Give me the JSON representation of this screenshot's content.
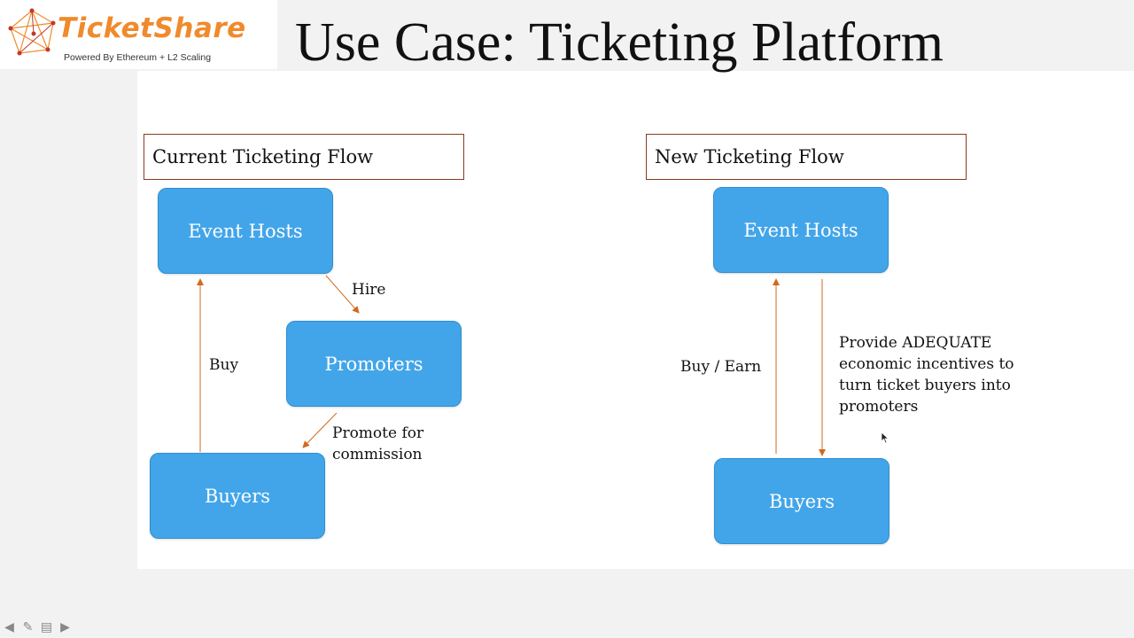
{
  "header": {
    "logo_name": "TicketShare",
    "logo_tagline": "Powered By Ethereum + L2 Scaling",
    "title": "Use Case: Ticketing Platform"
  },
  "current_flow": {
    "title": "Current Ticketing Flow",
    "nodes": {
      "event_hosts": "Event Hosts",
      "promoters": "Promoters",
      "buyers": "Buyers"
    },
    "edges": {
      "hire": "Hire",
      "promote": "Promote for\ncommission",
      "buy": "Buy"
    }
  },
  "new_flow": {
    "title": "New Ticketing Flow",
    "nodes": {
      "event_hosts": "Event Hosts",
      "buyers": "Buyers"
    },
    "edges": {
      "buy_earn": "Buy / Earn",
      "incentives": "Provide ADEQUATE\neconomic incentives to\nturn ticket buyers into\npromoters"
    }
  },
  "colors": {
    "box_fill": "#42a5e9",
    "arrow": "#d2691e",
    "frame": "#8b3a1f",
    "logo": "#f08a2c"
  },
  "nav": {
    "icons": [
      "prev-icon",
      "pen-icon",
      "menu-icon",
      "next-icon"
    ]
  }
}
